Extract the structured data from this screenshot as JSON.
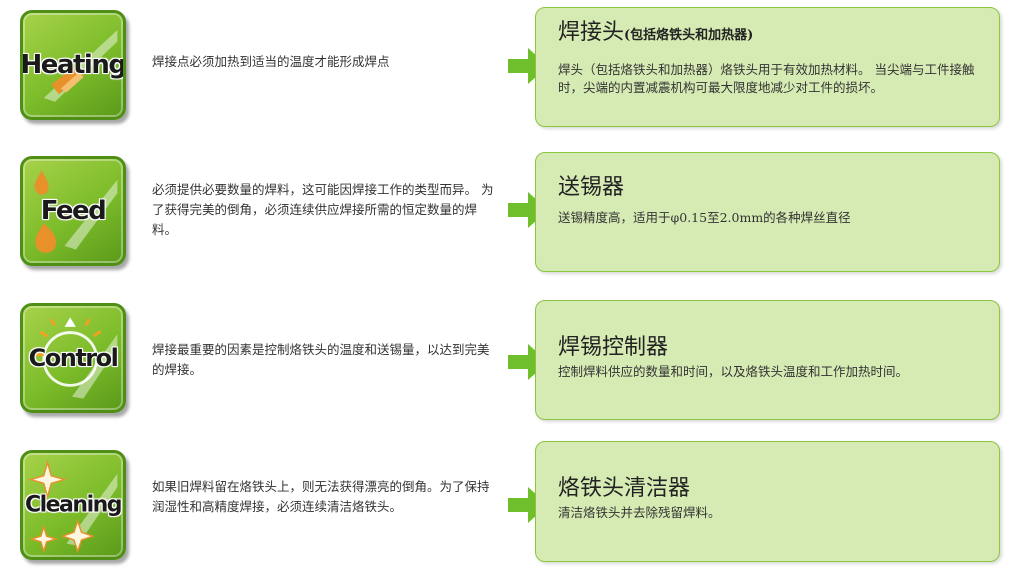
{
  "colors": {
    "badge_green": "#7cbc2a",
    "card_bg": "#d6ebb4",
    "card_border": "#8cc63f",
    "arrow_green": "#6fbe2b",
    "drop_orange": "#e8902a"
  },
  "rows": [
    {
      "badge": "Heating",
      "icon": "flame-strip-icon",
      "description": "焊接点必须加热到适当的温度才能形成焊点",
      "card_title": "焊接头",
      "card_title_sub": "(包括烙铁头和加热器)",
      "card_text": "焊头（包括烙铁头和加热器）烙铁头用于有效加热材料。 当尖端与工件接触时，尖端的内置减震机构可最大限度地减少对工件的损坏。"
    },
    {
      "badge": "Feed",
      "icon": "solder-drop-icon",
      "description": "必须提供必要数量的焊料，这可能因焊接工作的类型而异。 为了获得完美的倒角，必须连续供应焊接所需的恒定数量的焊料。",
      "card_title": "送锡器",
      "card_title_sub": "",
      "card_text": "送锡精度高，适用于φ0.15至2.0mm的各种焊丝直径"
    },
    {
      "badge": "Control",
      "icon": "control-gauge-icon",
      "description": "焊接最重要的因素是控制烙铁头的温度和送锡量，以达到完美的焊接。",
      "card_title": "焊锡控制器",
      "card_title_sub": "",
      "card_text": "控制焊料供应的数量和时间，以及烙铁头温度和工作加热时间。"
    },
    {
      "badge": "Cleaning",
      "icon": "sparkle-icon",
      "description": "如果旧焊料留在烙铁头上，则无法获得漂亮的倒角。为了保持润湿性和高精度焊接，必须连续清洁烙铁头。",
      "card_title": "烙铁头清洁器",
      "card_title_sub": "",
      "card_text": "清洁烙铁头并去除残留焊料。"
    }
  ]
}
